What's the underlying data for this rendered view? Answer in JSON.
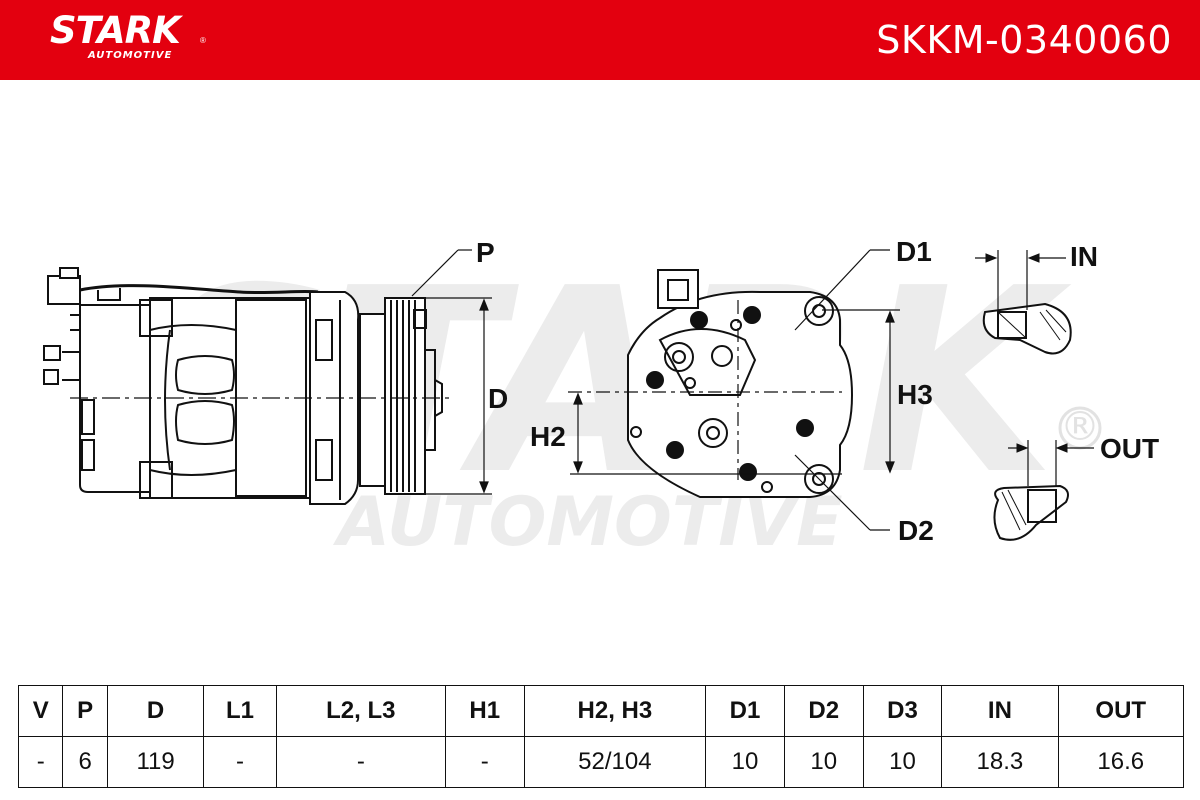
{
  "header": {
    "logo_text": "STARK",
    "logo_subtext": "AUTOMOTIVE",
    "logo_registered": "®",
    "part_number": "SKKM-0340060",
    "background_color": "#e3000f"
  },
  "watermark": {
    "brand": "STARK",
    "sub": "AUTOMOTIVE",
    "registered": "®"
  },
  "drawing_labels": {
    "p": "P",
    "d": "D",
    "d1": "D1",
    "d2": "D2",
    "h2": "H2",
    "h3": "H3",
    "in": "IN",
    "out": "OUT"
  },
  "spec_table": {
    "headers": [
      "V",
      "P",
      "D",
      "L1",
      "L2, L3",
      "H1",
      "H2, H3",
      "D1",
      "D2",
      "D3",
      "IN",
      "OUT"
    ],
    "values": [
      "-",
      "6",
      "119",
      "-",
      "-",
      "-",
      "52/104",
      "10",
      "10",
      "10",
      "18.3",
      "16.6"
    ]
  }
}
